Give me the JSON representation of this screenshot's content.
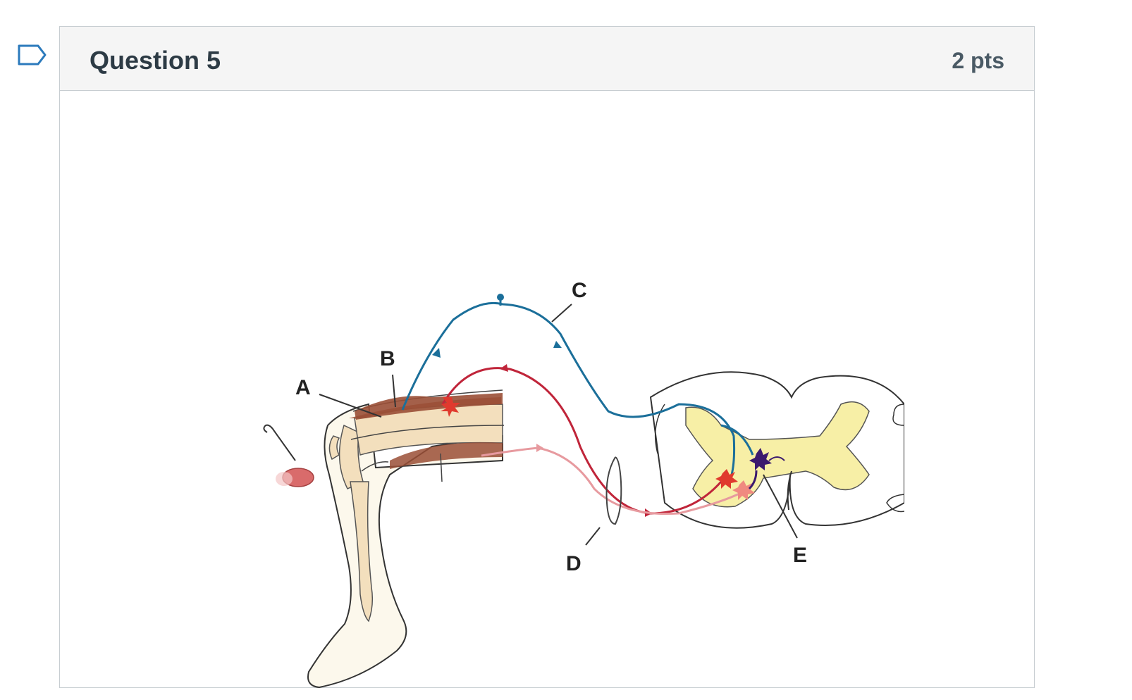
{
  "question": {
    "title": "Question 5",
    "points": "2 pts"
  },
  "icons": {
    "flag": "flag-bookmark-icon"
  },
  "diagram": {
    "subject": "knee-jerk stretch reflex arc",
    "labels": {
      "a": "A",
      "b": "B",
      "c": "C",
      "d": "D",
      "e": "E"
    },
    "colors": {
      "sensory_neuron": "#1b6f9a",
      "motor_neuron": "#c0253a",
      "inhibitory_motor_neuron": "#e79a9f",
      "interneuron": "#3b1a6e",
      "gray_matter": "#f7efa6",
      "muscle": "#9a4f36",
      "bone": "#f3dfbd",
      "skin": "#fcf8ec"
    }
  }
}
